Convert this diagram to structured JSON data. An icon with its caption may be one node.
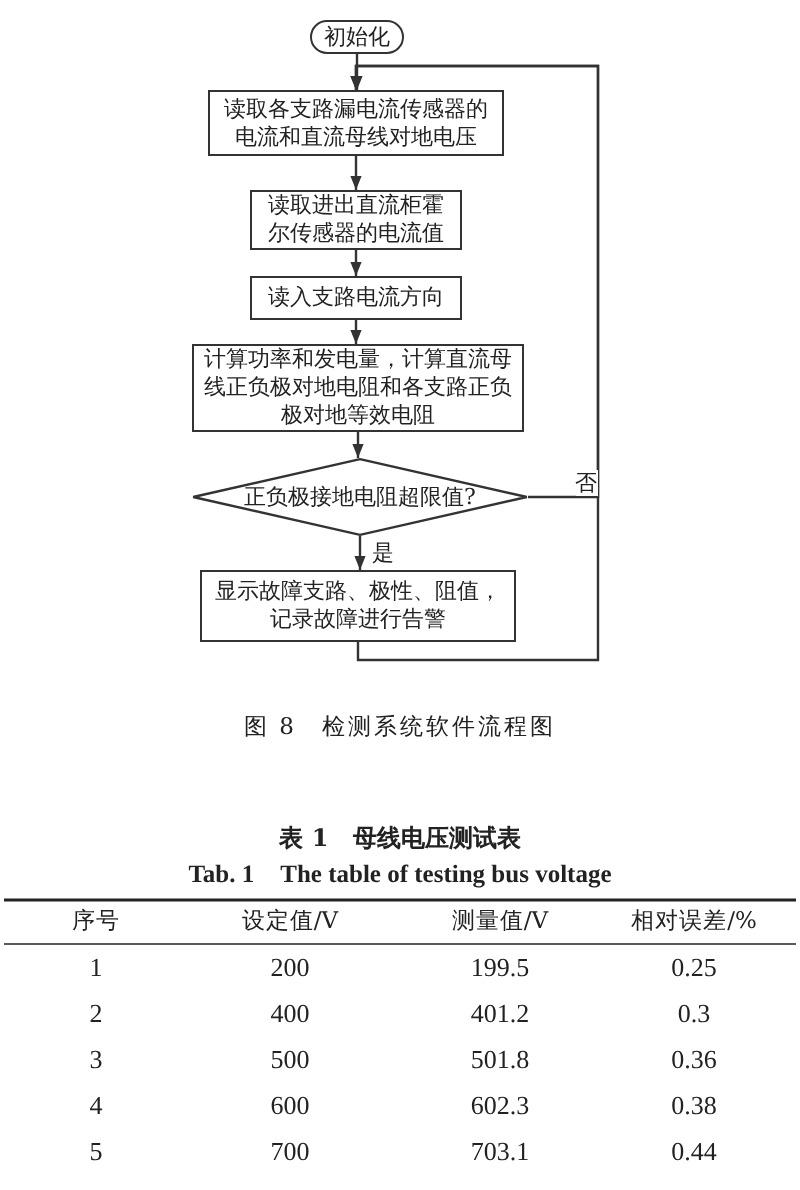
{
  "diagram": {
    "caption": "图 8　检测系统软件流程图",
    "nodes": [
      {
        "text": [
          "初始化"
        ]
      },
      {
        "text": [
          "读取各支路漏电流传感器的电流和直流母线对地电压"
        ]
      },
      {
        "text": [
          "读取进出直流柜霍尔传感器的电流值"
        ]
      },
      {
        "text": [
          "读入支路电流方向"
        ]
      },
      {
        "text": [
          "计算功率和发电量，计算直流母线正负极对地电阻和各支路正负极对地等效电阻"
        ]
      },
      {
        "text": [
          "正负极接地电阻超限值?"
        ]
      },
      {
        "text": [
          "显示故障支路、极性、阻值，记录故障进行告警"
        ]
      }
    ],
    "edges": [
      {
        "from": 0,
        "to": 1,
        "arrow": "to"
      },
      {
        "from": 1,
        "to": 2,
        "arrow": "to"
      },
      {
        "from": 2,
        "to": 3,
        "arrow": "to"
      },
      {
        "from": 3,
        "to": 4,
        "arrow": "to"
      },
      {
        "from": 4,
        "to": 5,
        "arrow": "to"
      },
      {
        "from": 5,
        "to": 6,
        "arrow": "to",
        "label": "是"
      },
      {
        "from": 5,
        "to": 1,
        "arrow": "to",
        "label": "否"
      },
      {
        "from": 6,
        "to": 1,
        "arrow": "to"
      }
    ],
    "labels": [
      "表 1　母线电压测试表",
      "Tab. 1　The table of testing bus voltage",
      "序号",
      "设定值/V",
      "测量值/V",
      "相对误差/%",
      "1",
      "200",
      "199.5",
      "0.25",
      "2",
      "400",
      "401.2",
      "0.3",
      "3",
      "500",
      "501.8",
      "0.36",
      "4",
      "600",
      "602.3",
      "0.38",
      "5",
      "700",
      "703.1",
      "0.44"
    ]
  }
}
